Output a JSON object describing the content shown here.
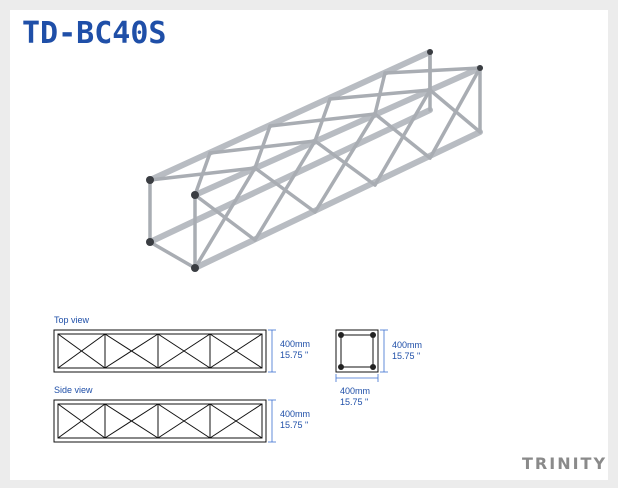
{
  "title": "TD-BC40S",
  "brand": "TRINITY",
  "top_view": {
    "label": "Top view",
    "dim_mm": "400mm",
    "dim_in": "15.75 \""
  },
  "side_view": {
    "label": "Side view",
    "dim_mm": "400mm",
    "dim_in": "15.75 \""
  },
  "section_view": {
    "height_mm": "400mm",
    "height_in": "15.75 \"",
    "width_mm": "400mm",
    "width_in": "15.75 \""
  },
  "colors": {
    "title": "#1f4fa8",
    "accent_line": "#3b6fd1",
    "truss": "#c8cbcf",
    "truss_dark": "#8f9399"
  }
}
